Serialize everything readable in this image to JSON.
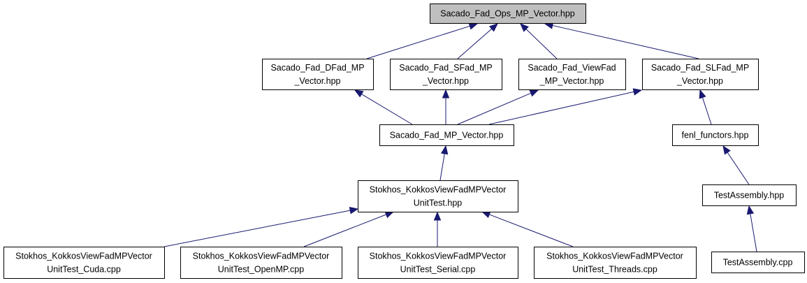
{
  "graph": {
    "title": "Sacado_Fad_Ops_MP_Vector.hpp",
    "edge_color": "#191970",
    "root_fill": "#bfbfbf",
    "nodes": [
      {
        "id": "ops",
        "lines": [
          "Sacado_Fad_Ops_MP_Vector.hpp"
        ],
        "root": true
      },
      {
        "id": "dfad",
        "lines": [
          "Sacado_Fad_DFad_MP",
          "_Vector.hpp"
        ]
      },
      {
        "id": "sfad",
        "lines": [
          "Sacado_Fad_SFad_MP",
          "_Vector.hpp"
        ]
      },
      {
        "id": "viewfad",
        "lines": [
          "Sacado_Fad_ViewFad",
          "_MP_Vector.hpp"
        ]
      },
      {
        "id": "slfad",
        "lines": [
          "Sacado_Fad_SLFad_MP",
          "_Vector.hpp"
        ]
      },
      {
        "id": "mpvec",
        "lines": [
          "Sacado_Fad_MP_Vector.hpp"
        ]
      },
      {
        "id": "fenl",
        "lines": [
          "fenl_functors.hpp"
        ]
      },
      {
        "id": "unittest",
        "lines": [
          "Stokhos_KokkosViewFadMPVector",
          "UnitTest.hpp"
        ]
      },
      {
        "id": "testasm",
        "lines": [
          "TestAssembly.hpp"
        ]
      },
      {
        "id": "cuda",
        "lines": [
          "Stokhos_KokkosViewFadMPVector",
          "UnitTest_Cuda.cpp"
        ]
      },
      {
        "id": "openmp",
        "lines": [
          "Stokhos_KokkosViewFadMPVector",
          "UnitTest_OpenMP.cpp"
        ]
      },
      {
        "id": "serial",
        "lines": [
          "Stokhos_KokkosViewFadMPVector",
          "UnitTest_Serial.cpp"
        ]
      },
      {
        "id": "threads",
        "lines": [
          "Stokhos_KokkosViewFadMPVector",
          "UnitTest_Threads.cpp"
        ]
      },
      {
        "id": "testasmcpp",
        "lines": [
          "TestAssembly.cpp"
        ]
      }
    ],
    "edges": [
      {
        "from": "dfad",
        "to": "ops"
      },
      {
        "from": "sfad",
        "to": "ops"
      },
      {
        "from": "viewfad",
        "to": "ops"
      },
      {
        "from": "slfad",
        "to": "ops"
      },
      {
        "from": "mpvec",
        "to": "dfad"
      },
      {
        "from": "mpvec",
        "to": "sfad"
      },
      {
        "from": "mpvec",
        "to": "viewfad"
      },
      {
        "from": "mpvec",
        "to": "slfad"
      },
      {
        "from": "fenl",
        "to": "slfad"
      },
      {
        "from": "unittest",
        "to": "mpvec"
      },
      {
        "from": "testasm",
        "to": "fenl"
      },
      {
        "from": "cuda",
        "to": "unittest"
      },
      {
        "from": "openmp",
        "to": "unittest"
      },
      {
        "from": "serial",
        "to": "unittest"
      },
      {
        "from": "threads",
        "to": "unittest"
      },
      {
        "from": "testasmcpp",
        "to": "testasm"
      }
    ]
  }
}
